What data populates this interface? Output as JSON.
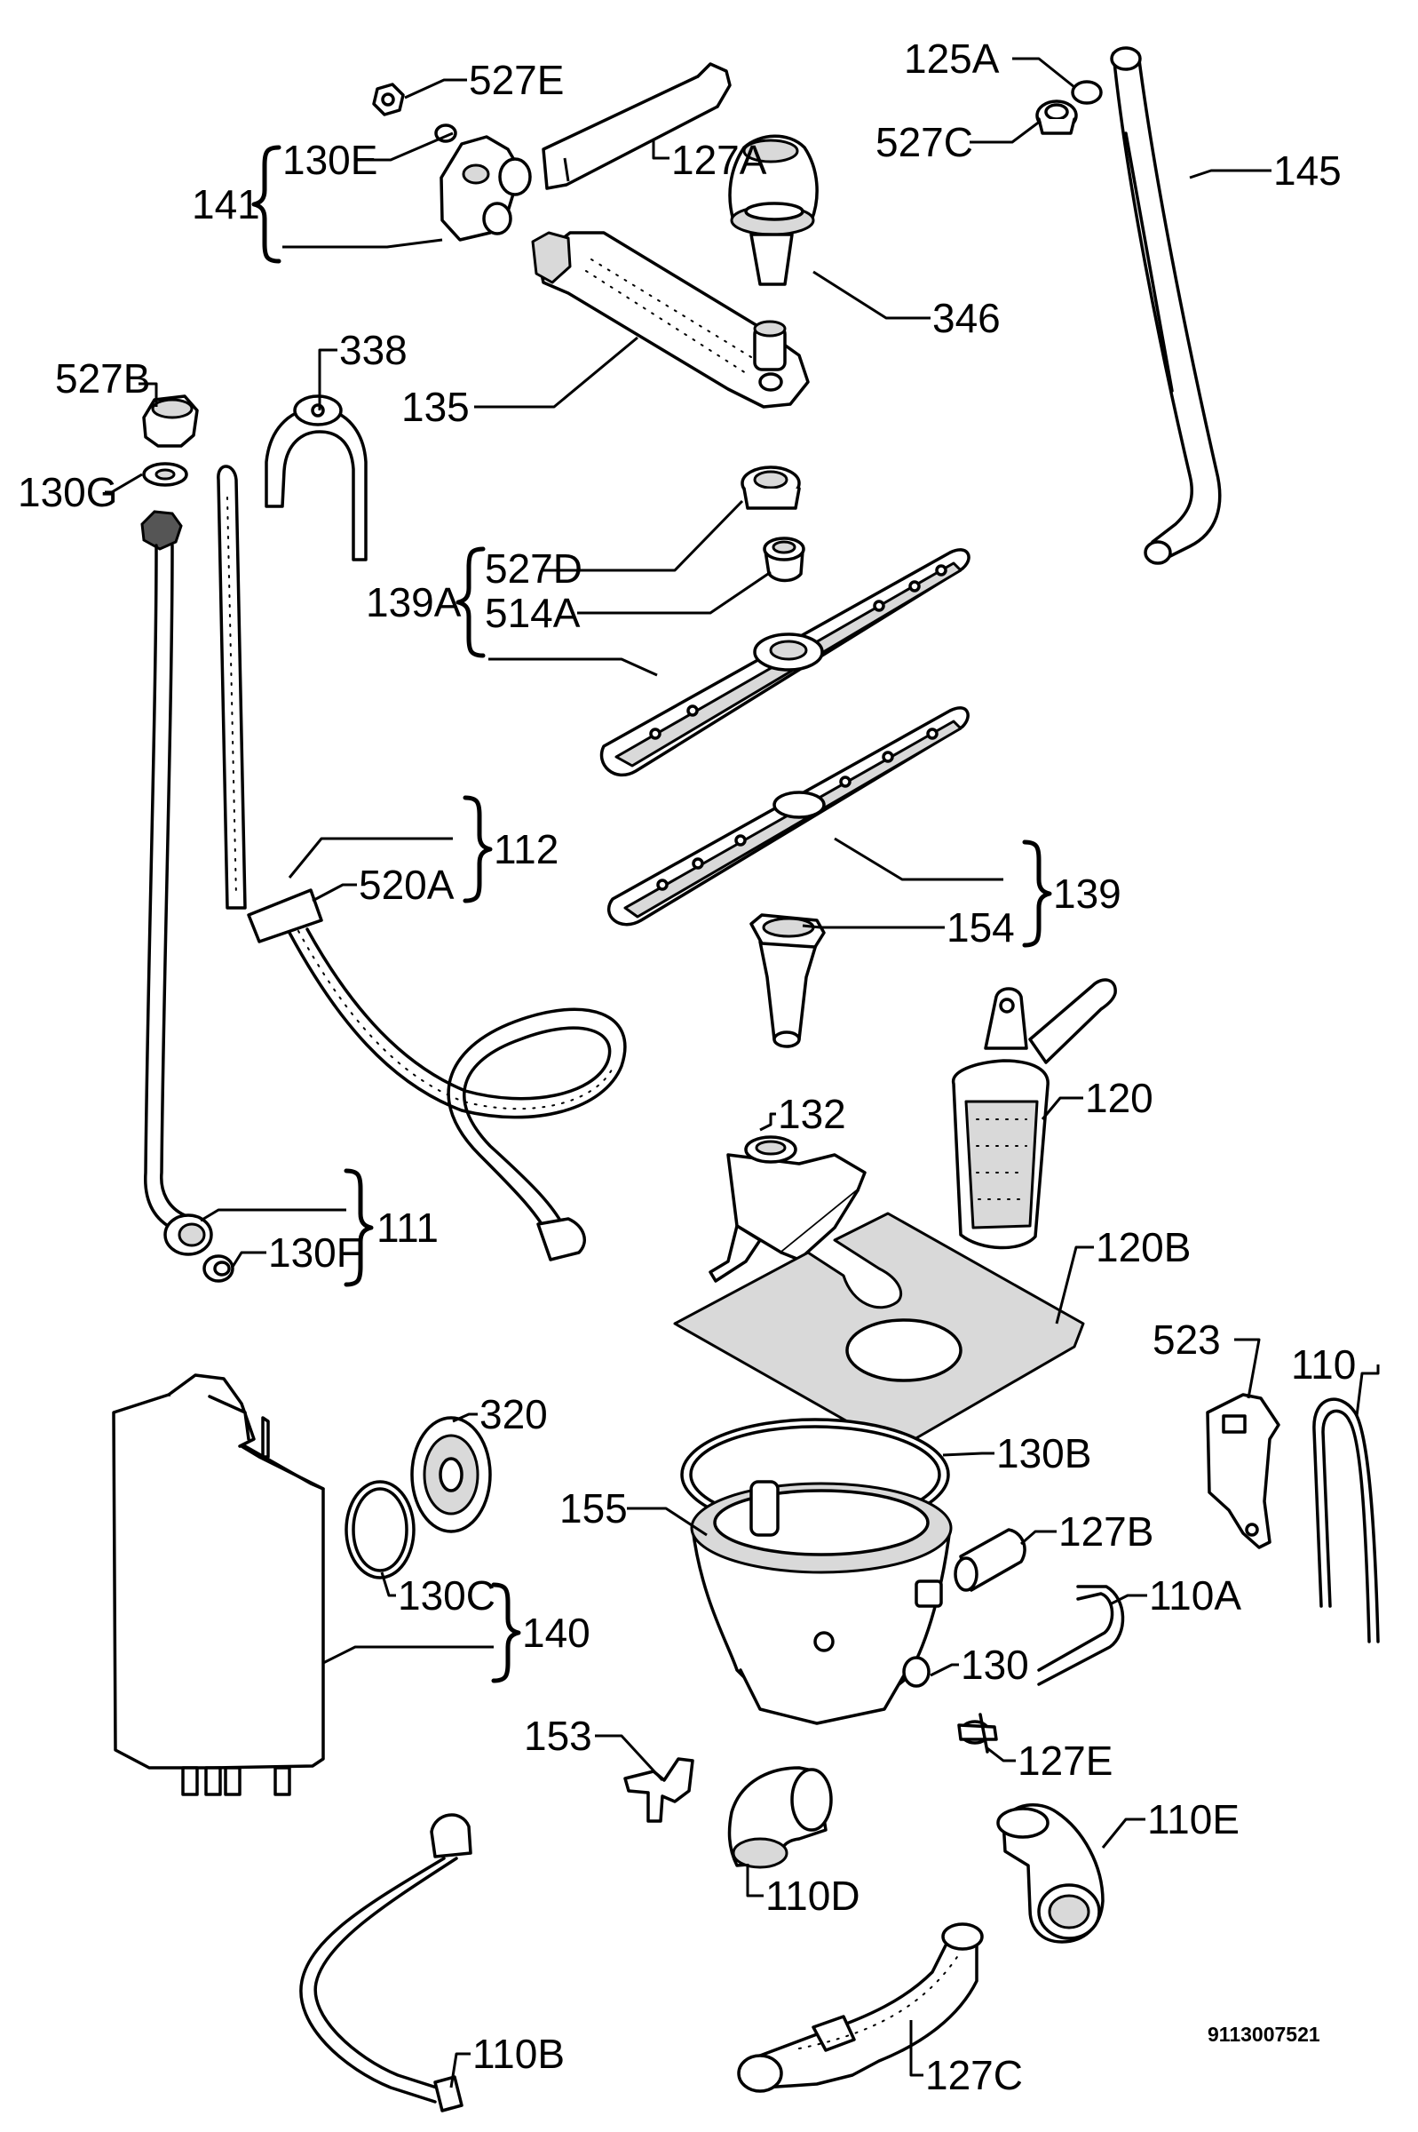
{
  "callouts": {
    "c527E": "527E",
    "c130E": "130E",
    "c141": "141",
    "c127A": "127A",
    "c125A": "125A",
    "c527C": "527C",
    "c145": "145",
    "c346": "346",
    "c135": "135",
    "c338": "338",
    "c527B": "527B",
    "c130G": "130G",
    "c139A": "139A",
    "c527D": "527D",
    "c514A": "514A",
    "c112": "112",
    "c520A": "520A",
    "c139": "139",
    "c154": "154",
    "c120": "120",
    "c132": "132",
    "c111": "111",
    "c130F": "130F",
    "c120B": "120B",
    "c523": "523",
    "c110": "110",
    "c320": "320",
    "c130B": "130B",
    "c155": "155",
    "c127B": "127B",
    "c110A": "110A",
    "c130C": "130C",
    "c140": "140",
    "c130": "130",
    "c153": "153",
    "c127E": "127E",
    "c110E": "110E",
    "c110D": "110D",
    "c127C": "127C",
    "c110B": "110B"
  },
  "document_number": "9113007521"
}
